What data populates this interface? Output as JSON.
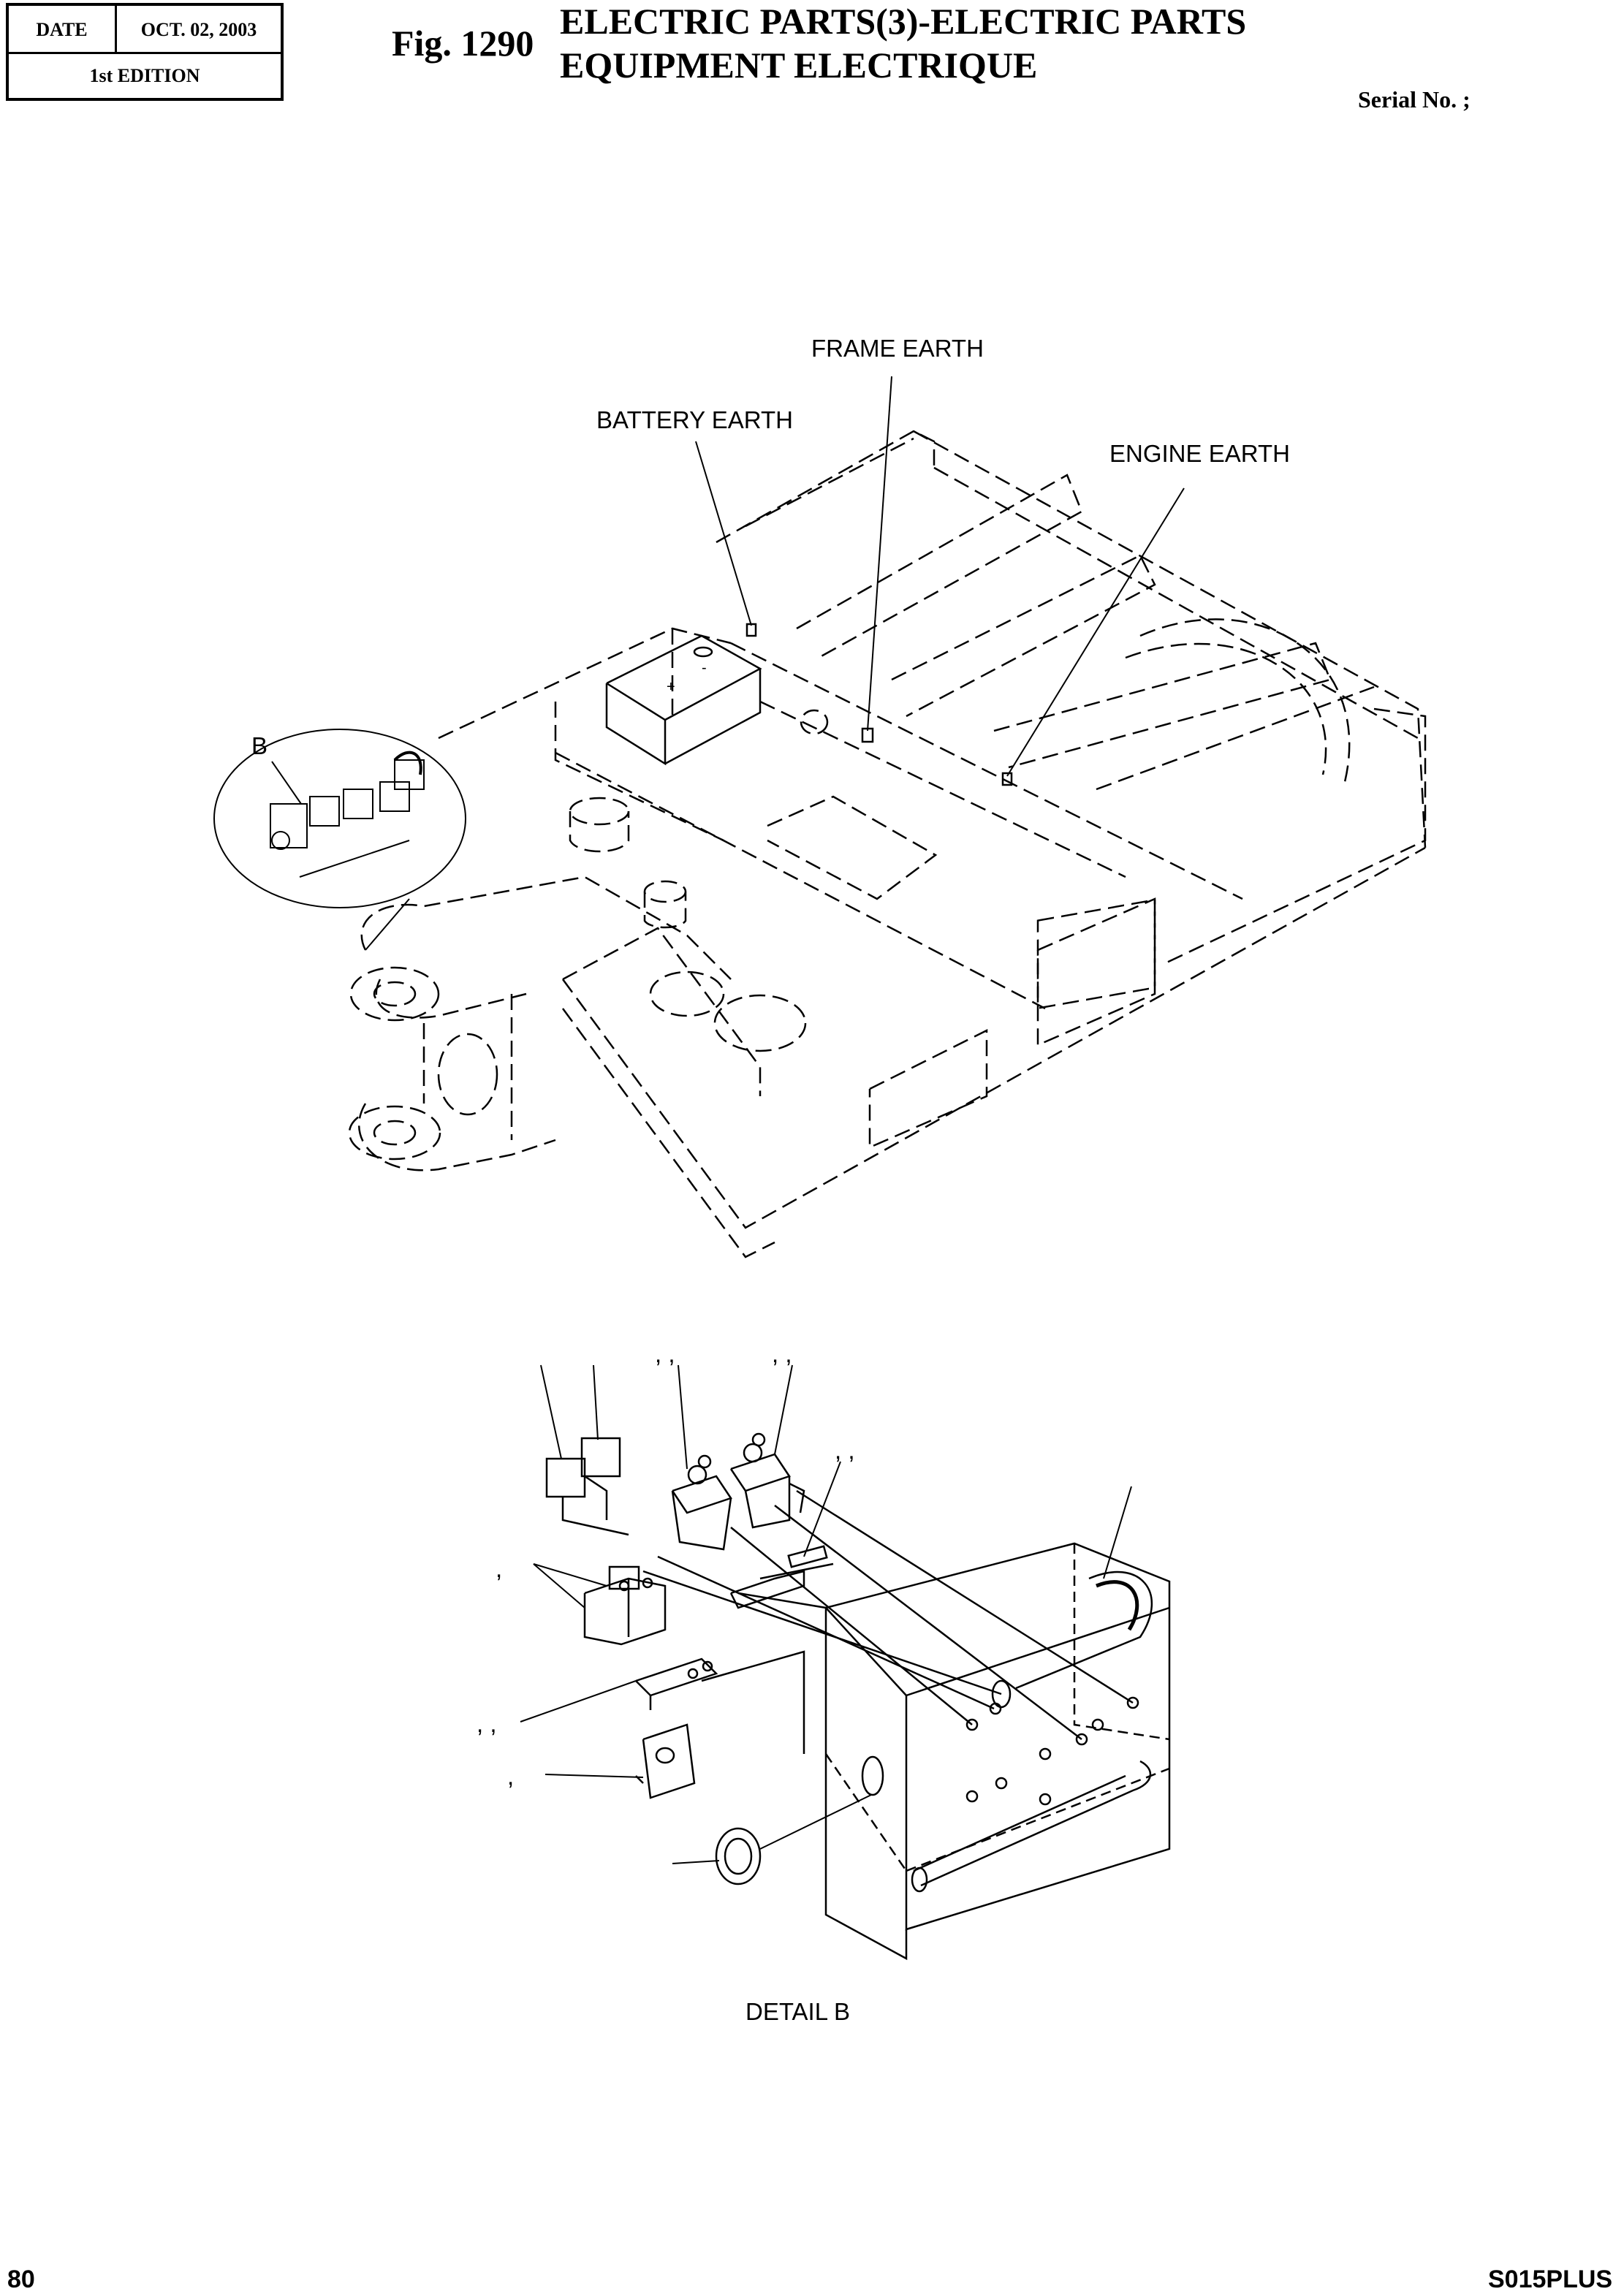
{
  "header": {
    "date_label": "DATE",
    "date_value": "OCT. 02, 2003",
    "edition": "1st EDITION",
    "figure_number": "Fig. 1290",
    "title_line1": "ELECTRIC PARTS(3)-ELECTRIC PARTS",
    "title_line2": "EQUIPMENT ELECTRIQUE",
    "serial": "Serial No. ;"
  },
  "callouts": {
    "frame_earth": "FRAME EARTH",
    "battery_earth": "BATTERY EARTH",
    "engine_earth": "ENGINE EARTH",
    "detail_marker": "B",
    "detail_caption": "DETAIL  B",
    "comma_pair": ",  ,",
    "comma_single": ",",
    "comma_pair_wide": ",   ,"
  },
  "footer": {
    "page_number": "80",
    "model": "S015PLUS"
  }
}
